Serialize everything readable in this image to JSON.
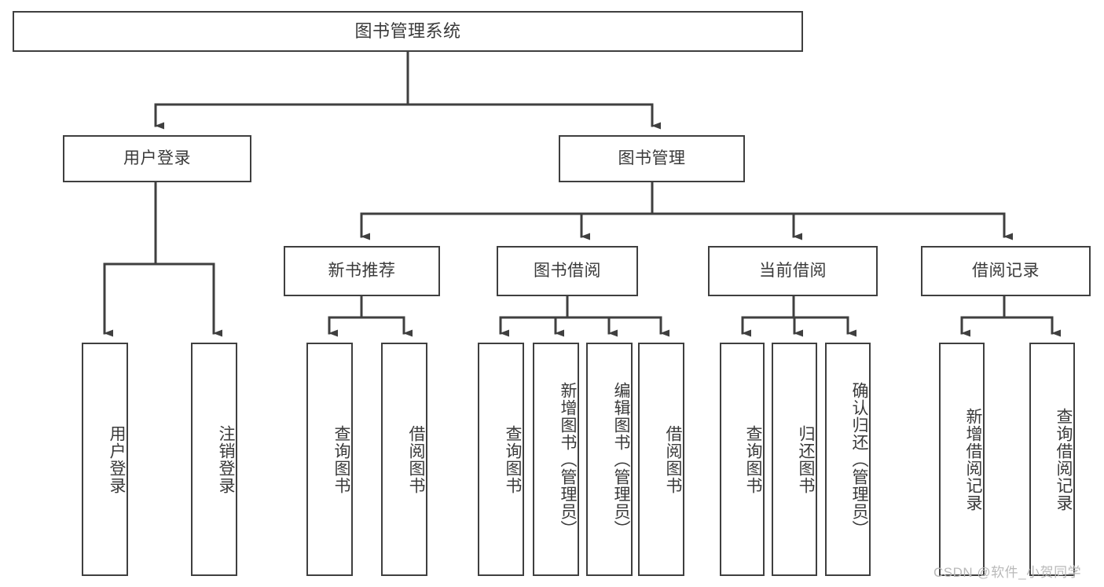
{
  "diagram": {
    "title": "图书管理系统",
    "type": "tree-hierarchy-diagram",
    "root": {
      "id": "root",
      "label": "图书管理系统"
    },
    "level1": [
      {
        "id": "user-login",
        "label": "用户登录"
      },
      {
        "id": "book-manage",
        "label": "图书管理"
      }
    ],
    "level2": [
      {
        "id": "new-book-recommend",
        "label": "新书推荐",
        "parent": "book-manage"
      },
      {
        "id": "book-borrow",
        "label": "图书借阅",
        "parent": "book-manage"
      },
      {
        "id": "current-borrow",
        "label": "当前借阅",
        "parent": "book-manage"
      },
      {
        "id": "borrow-record",
        "label": "借阅记录",
        "parent": "book-manage"
      }
    ],
    "leaves": [
      {
        "id": "leaf-user-login",
        "label": "用户登录",
        "parent": "user-login"
      },
      {
        "id": "leaf-logout-login",
        "label": "注销登录",
        "parent": "user-login"
      },
      {
        "id": "leaf-query-book-1",
        "label": "查询图书",
        "parent": "new-book-recommend"
      },
      {
        "id": "leaf-borrow-book-1",
        "label": "借阅图书",
        "parent": "new-book-recommend"
      },
      {
        "id": "leaf-query-book-2",
        "label": "查询图书",
        "parent": "book-borrow"
      },
      {
        "id": "leaf-add-book",
        "label": "新增图书（管理员）",
        "parent": "book-borrow"
      },
      {
        "id": "leaf-edit-book",
        "label": "编辑图书（管理员）",
        "parent": "book-borrow"
      },
      {
        "id": "leaf-borrow-book-2",
        "label": "借阅图书",
        "parent": "book-borrow"
      },
      {
        "id": "leaf-query-book-3",
        "label": "查询图书",
        "parent": "current-borrow"
      },
      {
        "id": "leaf-return-book",
        "label": "归还图书",
        "parent": "current-borrow"
      },
      {
        "id": "leaf-confirm-return",
        "label": "确认归还（管理员）",
        "parent": "current-borrow"
      },
      {
        "id": "leaf-add-record",
        "label": "新增借阅记录",
        "parent": "borrow-record"
      },
      {
        "id": "leaf-query-record",
        "label": "查询借阅记录",
        "parent": "borrow-record"
      }
    ],
    "watermark": "CSDN @软件_小贺同学",
    "colors": {
      "stroke": "#3f3f3f",
      "text": "#3a3a3a",
      "background": "#ffffff",
      "watermark": "#b9b9b9"
    }
  }
}
